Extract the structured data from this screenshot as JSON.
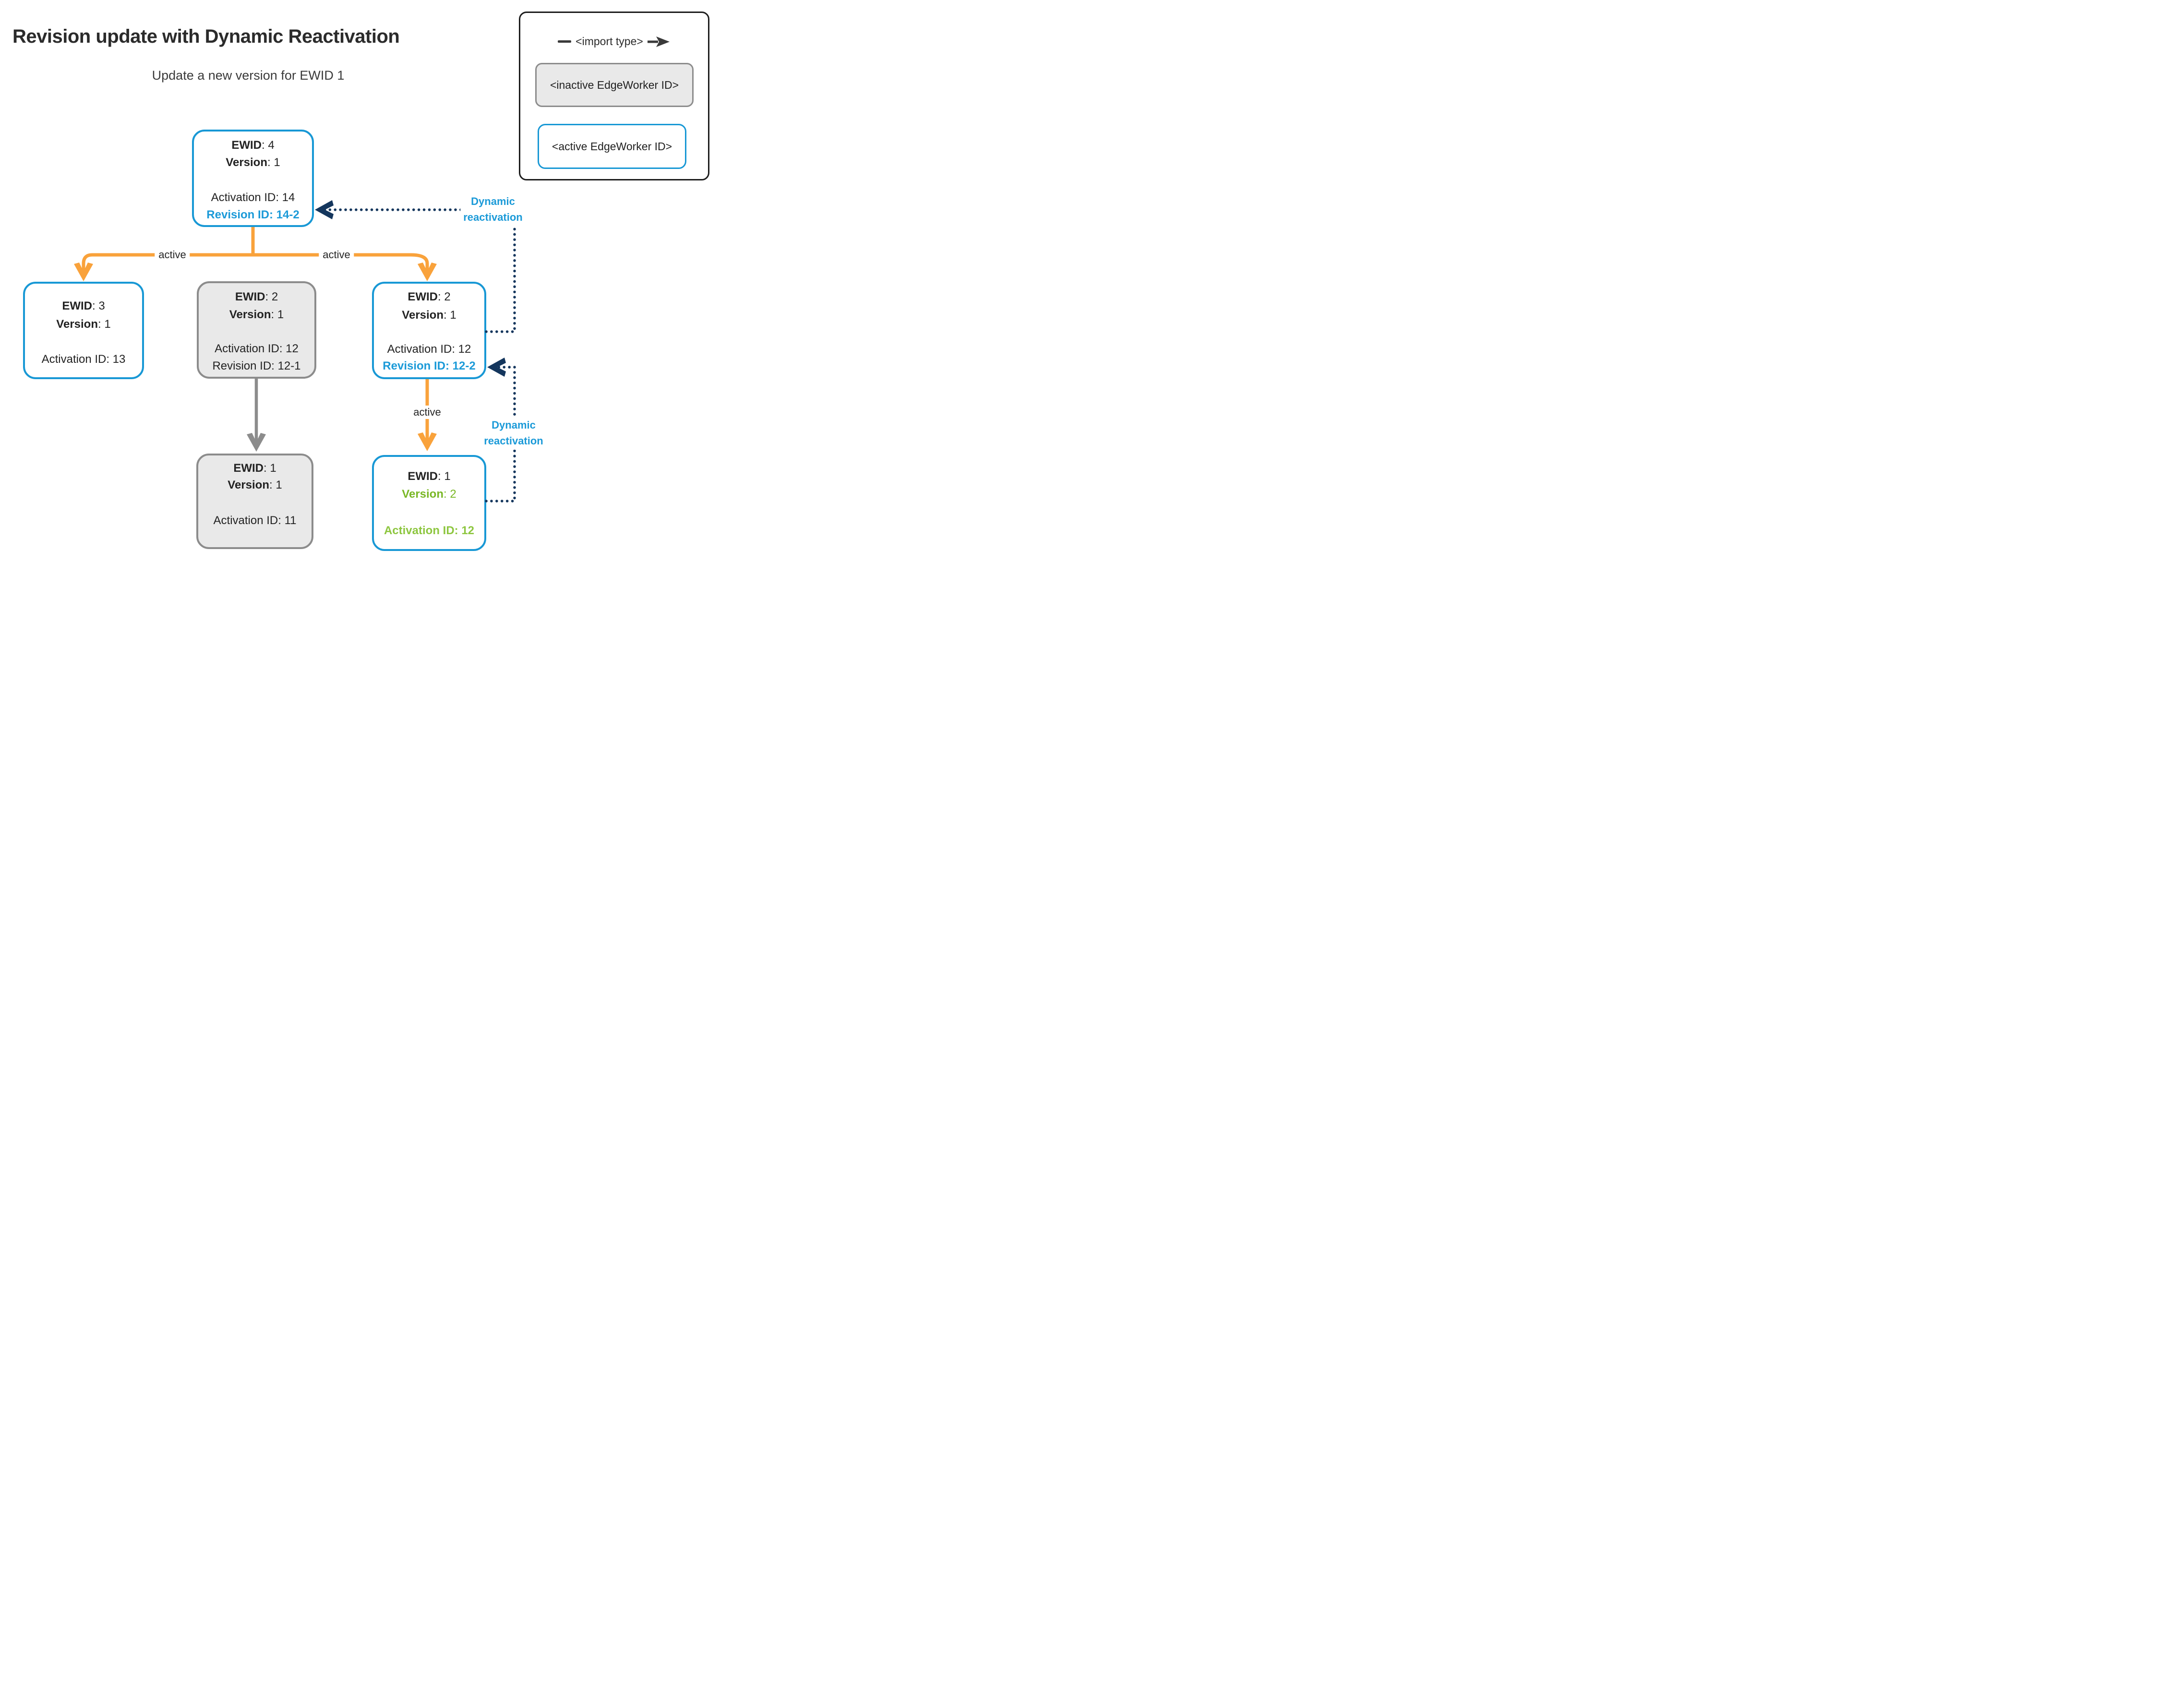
{
  "title": "Revision update with Dynamic Reactivation",
  "subtitle": "Update a new version for EWID 1",
  "legend": {
    "import_type": "<import type>",
    "inactive_box": "<inactive EdgeWorker ID>",
    "active_box": "<active EdgeWorker ID>"
  },
  "labels": {
    "active": "active",
    "dynamic_line1": "Dynamic",
    "dynamic_line2": "reactivation"
  },
  "nodes": {
    "ewid4": {
      "ewid_label": "EWID",
      "ewid_value": ": 4",
      "version_label": "Version",
      "version_value": ": 1",
      "activation": "Activation ID: 14",
      "revision": "Revision ID: 14-2"
    },
    "ewid3": {
      "ewid_label": "EWID",
      "ewid_value": ": 3",
      "version_label": "Version",
      "version_value": ": 1",
      "activation": "Activation ID: 13"
    },
    "ewid2_inactive": {
      "ewid_label": "EWID",
      "ewid_value": ": 2",
      "version_label": "Version",
      "version_value": ": 1",
      "activation": "Activation ID: 12",
      "revision": "Revision ID: 12-1"
    },
    "ewid2_active": {
      "ewid_label": "EWID",
      "ewid_value": ": 2",
      "version_label": "Version",
      "version_value": ": 1",
      "activation": "Activation ID: 12",
      "revision": "Revision ID: 12-2"
    },
    "ewid1_inactive": {
      "ewid_label": "EWID",
      "ewid_value": ": 1",
      "version_label": "Version",
      "version_value": ": 1",
      "activation": "Activation ID: 11"
    },
    "ewid1_active": {
      "ewid_label": "EWID",
      "ewid_value": ": 1",
      "version_label": "Version",
      "version_value": ": 2",
      "activation": "Activation ID: 12"
    }
  },
  "colors": {
    "active_blue": "#1898D5",
    "label_blue": "#1B9AD8",
    "orange": "#F9A23B",
    "navy": "#14365D",
    "inactive_fill": "#E9E9E9",
    "inactive_border": "#8C8C8C",
    "green_version": "#79B725",
    "green_activation": "#8DC63F",
    "text_dark": "#2B2B2B"
  }
}
